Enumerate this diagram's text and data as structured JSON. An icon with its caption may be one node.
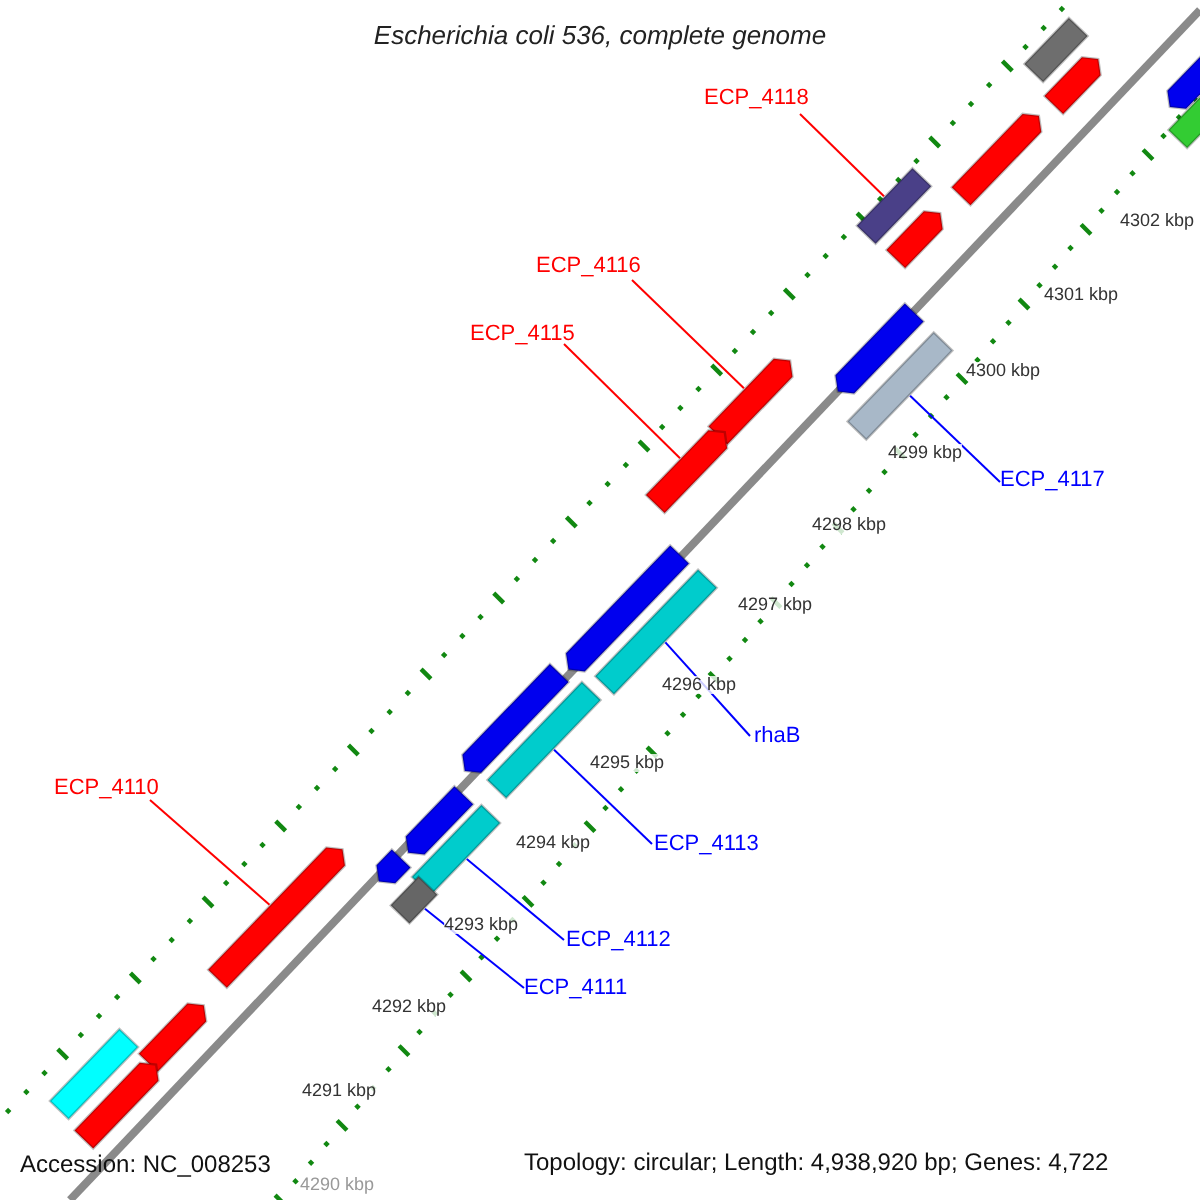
{
  "diagram": {
    "title": "Escherichia coli 536, complete genome",
    "nodes": [
      {
        "text": [],
        "shape": "bar"
      },
      {
        "text": [],
        "shape": "arrow"
      },
      {
        "text": [],
        "shape": "arrow"
      },
      {
        "text": [],
        "shape": "bar"
      },
      {
        "text": [
          "ECP_4118"
        ]
      },
      {
        "text": [],
        "shape": "arrow"
      },
      {
        "text": [],
        "shape": "bar"
      },
      {
        "text": [],
        "shape": "arrow"
      },
      {
        "text": [
          "ECP_4116"
        ]
      },
      {
        "text": [
          "ECP_4115"
        ]
      },
      {
        "text": [],
        "shape": "arrow"
      },
      {
        "text": [],
        "shape": "arrow"
      },
      {
        "text": [],
        "shape": "bar"
      },
      {
        "text": [],
        "shape": "arrow"
      },
      {
        "text": [
          "ECP_4117"
        ]
      },
      {
        "text": [],
        "shape": "arrow"
      },
      {
        "text": [],
        "shape": "bar"
      },
      {
        "text": [],
        "shape": "arrow"
      },
      {
        "text": [
          "rhaB"
        ]
      },
      {
        "text": [],
        "shape": "bar"
      },
      {
        "text": [
          "ECP_4110"
        ]
      },
      {
        "text": [
          "ECP_4113"
        ]
      },
      {
        "text": [],
        "shape": "arrow"
      },
      {
        "text": [],
        "shape": "bar"
      },
      {
        "text": [],
        "shape": "arrow"
      },
      {
        "text": [],
        "shape": "arrow"
      },
      {
        "text": [],
        "shape": "bar"
      },
      {
        "text": [
          "ECP_4112"
        ]
      },
      {
        "text": [
          "ECP_4111"
        ]
      },
      {
        "text": [],
        "shape": "arrow"
      },
      {
        "text": [],
        "shape": "bar"
      },
      {
        "text": [],
        "shape": "arrow"
      }
    ],
    "edges": [
      {
        "from": 4,
        "to": 6,
        "arrow": "none",
        "color": "#ff0000"
      },
      {
        "from": 8,
        "to": 11,
        "arrow": "none",
        "color": "#ff0000"
      },
      {
        "from": 9,
        "to": 13,
        "arrow": "none",
        "color": "#ff0000"
      },
      {
        "from": 14,
        "to": 12,
        "arrow": "none",
        "color": "#0000ff"
      },
      {
        "from": 18,
        "to": 16,
        "arrow": "none",
        "color": "#0000ff"
      },
      {
        "from": 21,
        "to": 19,
        "arrow": "none",
        "color": "#0000ff"
      },
      {
        "from": 27,
        "to": 23,
        "arrow": "none",
        "color": "#0000ff"
      },
      {
        "from": 28,
        "to": 26,
        "arrow": "none",
        "color": "#0000ff"
      },
      {
        "from": 20,
        "to": 25,
        "arrow": "none",
        "color": "#ff0000"
      }
    ],
    "labels": [
      "4302 kbp",
      "4301 kbp",
      "4300 kbp",
      "4299 kbp",
      "4298 kbp",
      "4297 kbp",
      "4296 kbp",
      "4295 kbp",
      "4294 kbp",
      "4293 kbp",
      "4292 kbp",
      "4291 kbp",
      "4290 kbp",
      "Accession: NC_008253",
      "Topology: circular; Length: 4,938,920 bp; Genes: 4,722"
    ]
  }
}
